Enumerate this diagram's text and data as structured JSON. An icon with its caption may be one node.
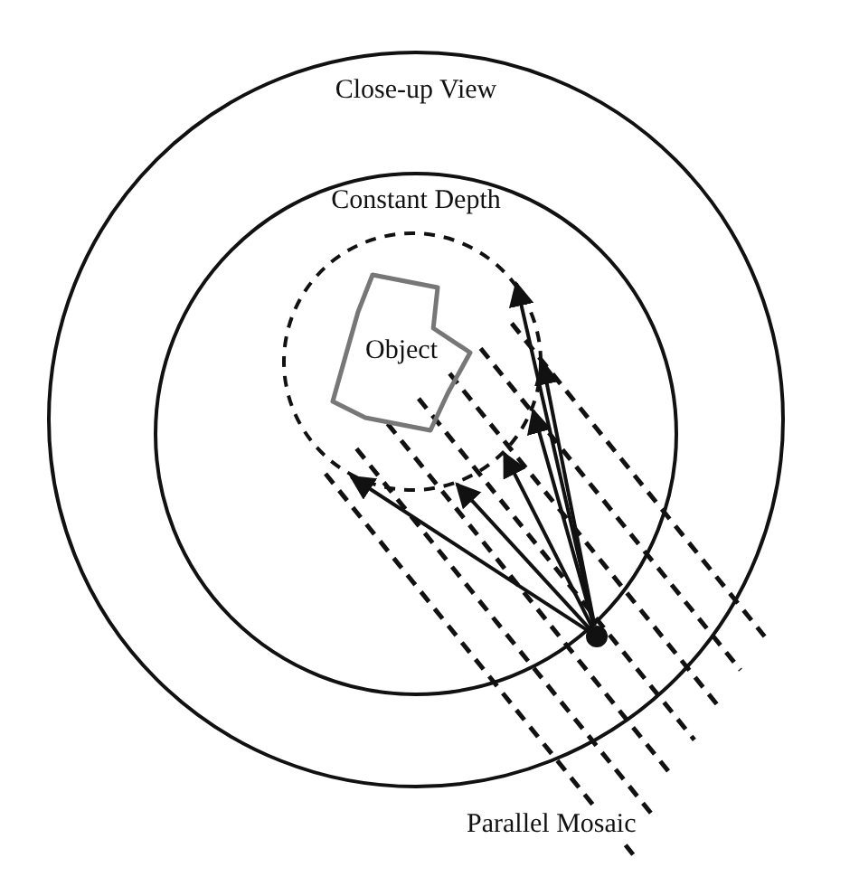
{
  "diagram": {
    "nodes": [
      {
        "text": [
          "Close-up View"
        ]
      },
      {
        "text": [
          "Constant Depth"
        ],
        "in": 0
      },
      {
        "text": [],
        "shape": "circle",
        "in": 1
      },
      {
        "text": [
          "Object"
        ],
        "in": 2
      },
      {
        "text": [],
        "shape": "circle",
        "in": 0
      }
    ],
    "edges": [
      {
        "from": 4,
        "to": 2,
        "arrow": "to"
      },
      {
        "from": 4,
        "to": 2,
        "arrow": "to"
      },
      {
        "from": 4,
        "to": 2,
        "arrow": "to"
      },
      {
        "from": 4,
        "to": 2,
        "arrow": "to"
      },
      {
        "from": 4,
        "to": 2,
        "arrow": "to"
      },
      {
        "from": 4,
        "to": 2,
        "arrow": "to"
      }
    ],
    "labels": [
      "Parallel Mosaic"
    ]
  }
}
